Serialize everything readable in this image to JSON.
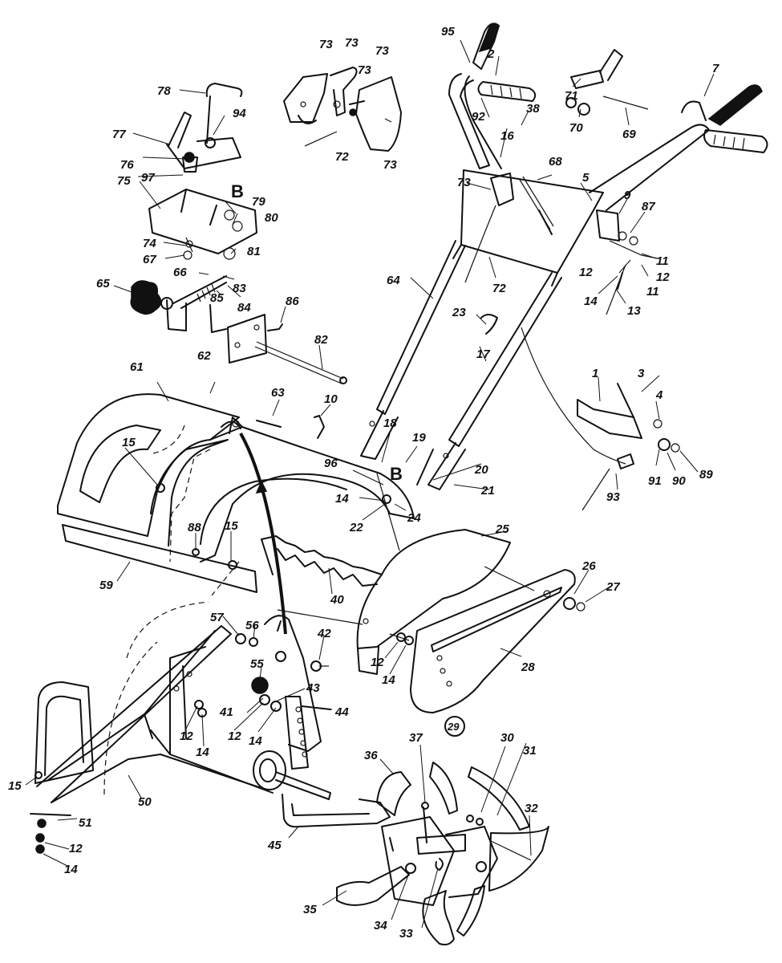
{
  "diagram": {
    "callouts": [
      "1",
      "2",
      "3",
      "4",
      "5",
      "7",
      "9",
      "10",
      "11",
      "12",
      "13",
      "14",
      "15",
      "16",
      "17",
      "18",
      "19",
      "20",
      "21",
      "22",
      "23",
      "24",
      "25",
      "26",
      "27",
      "28",
      "29",
      "30",
      "31",
      "32",
      "33",
      "34",
      "35",
      "36",
      "37",
      "38",
      "40",
      "41",
      "42",
      "43",
      "44",
      "45",
      "50",
      "51",
      "55",
      "56",
      "57",
      "59",
      "61",
      "62",
      "63",
      "64",
      "65",
      "66",
      "67",
      "68",
      "69",
      "70",
      "71",
      "72",
      "73",
      "74",
      "75",
      "76",
      "77",
      "78",
      "79",
      "80",
      "81",
      "82",
      "83",
      "84",
      "85",
      "86",
      "87",
      "88",
      "89",
      "90",
      "91",
      "92",
      "93",
      "94",
      "95",
      "96",
      "97"
    ],
    "section_marker": "B"
  }
}
